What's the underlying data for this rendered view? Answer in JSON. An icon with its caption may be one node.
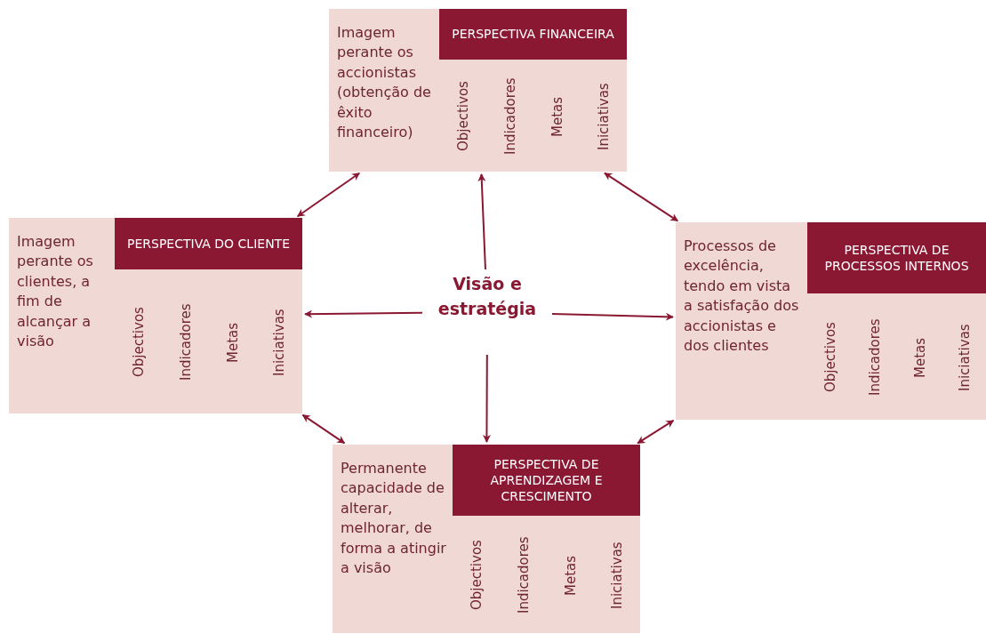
{
  "diagram": {
    "nodes": [
      {
        "text": [
          "Imagem perante os accionistas (obtenção de êxito financeiro)",
          "PERSPECTIVA FINANCEIRA"
        ]
      },
      {
        "text": [
          "Objectivos"
        ],
        "in": 0
      },
      {
        "text": [
          "Indicadores"
        ],
        "in": 0
      },
      {
        "text": [
          "Metas"
        ],
        "in": 0
      },
      {
        "text": [
          "Iniciativas"
        ],
        "in": 0
      },
      {
        "text": [
          "Imagem perante os clientes, a fim de alcançar a visão",
          "PERSPECTIVA DO CLIENTE"
        ]
      },
      {
        "text": [
          "Objectivos"
        ],
        "in": 5
      },
      {
        "text": [
          "Indicadores"
        ],
        "in": 5
      },
      {
        "text": [
          "Metas"
        ],
        "in": 5
      },
      {
        "text": [
          "Iniciativas"
        ],
        "in": 5
      },
      {
        "text": [
          "Visão e estratégia"
        ]
      },
      {
        "text": [
          "Processos de excelência, tendo em vista a satisfação dos accionistas e dos clientes",
          "PERSPECTIVA DE PROCESSOS INTERNOS"
        ]
      },
      {
        "text": [
          "Objectivos"
        ],
        "in": 11
      },
      {
        "text": [
          "Indicadores"
        ],
        "in": 11
      },
      {
        "text": [
          "Metas"
        ],
        "in": 11
      },
      {
        "text": [
          "Iniciativas"
        ],
        "in": 11
      },
      {
        "text": [
          "Permanente capacidade de alterar, melhorar, de forma a atingir a visão",
          "PERSPECTIVA DE APRENDIZAGEM E CRESCIMENTO"
        ]
      },
      {
        "text": [
          "Objectivos"
        ],
        "in": 16
      },
      {
        "text": [
          "Indicadores"
        ],
        "in": 16
      },
      {
        "text": [
          "Metas"
        ],
        "in": 16
      },
      {
        "text": [
          "Iniciativas"
        ],
        "in": 16
      }
    ],
    "edges": [
      {
        "from": 10,
        "to": 0,
        "arrow": "to"
      },
      {
        "from": 10,
        "to": 5,
        "arrow": "to"
      },
      {
        "from": 10,
        "to": 11,
        "arrow": "to"
      },
      {
        "from": 10,
        "to": 16,
        "arrow": "to"
      },
      {
        "from": 5,
        "to": 0,
        "arrow": "both"
      },
      {
        "from": 0,
        "to": 11,
        "arrow": "both"
      },
      {
        "from": 11,
        "to": 16,
        "arrow": "both"
      },
      {
        "from": 16,
        "to": 5,
        "arrow": "both"
      }
    ]
  }
}
